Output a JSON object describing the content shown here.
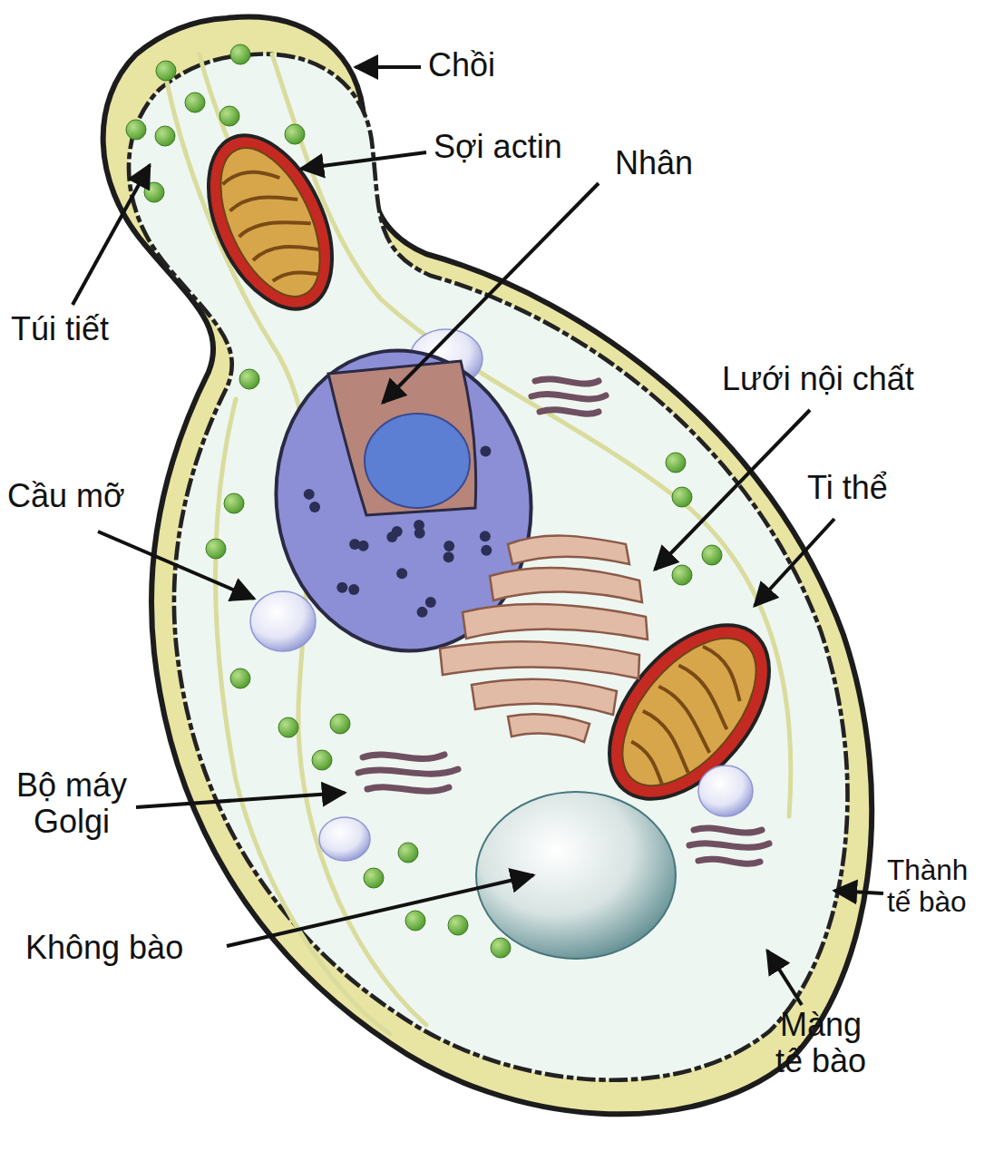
{
  "diagram": {
    "labels": [
      "Chồi",
      "Sợi actin",
      "Nhân",
      "Túi tiết",
      "Lưới nội chất",
      "Cầu mỡ",
      "Ti thể",
      "Bộ máy Golgi",
      "Không bào",
      "Thành tế bào",
      "Màng tế bào"
    ]
  }
}
